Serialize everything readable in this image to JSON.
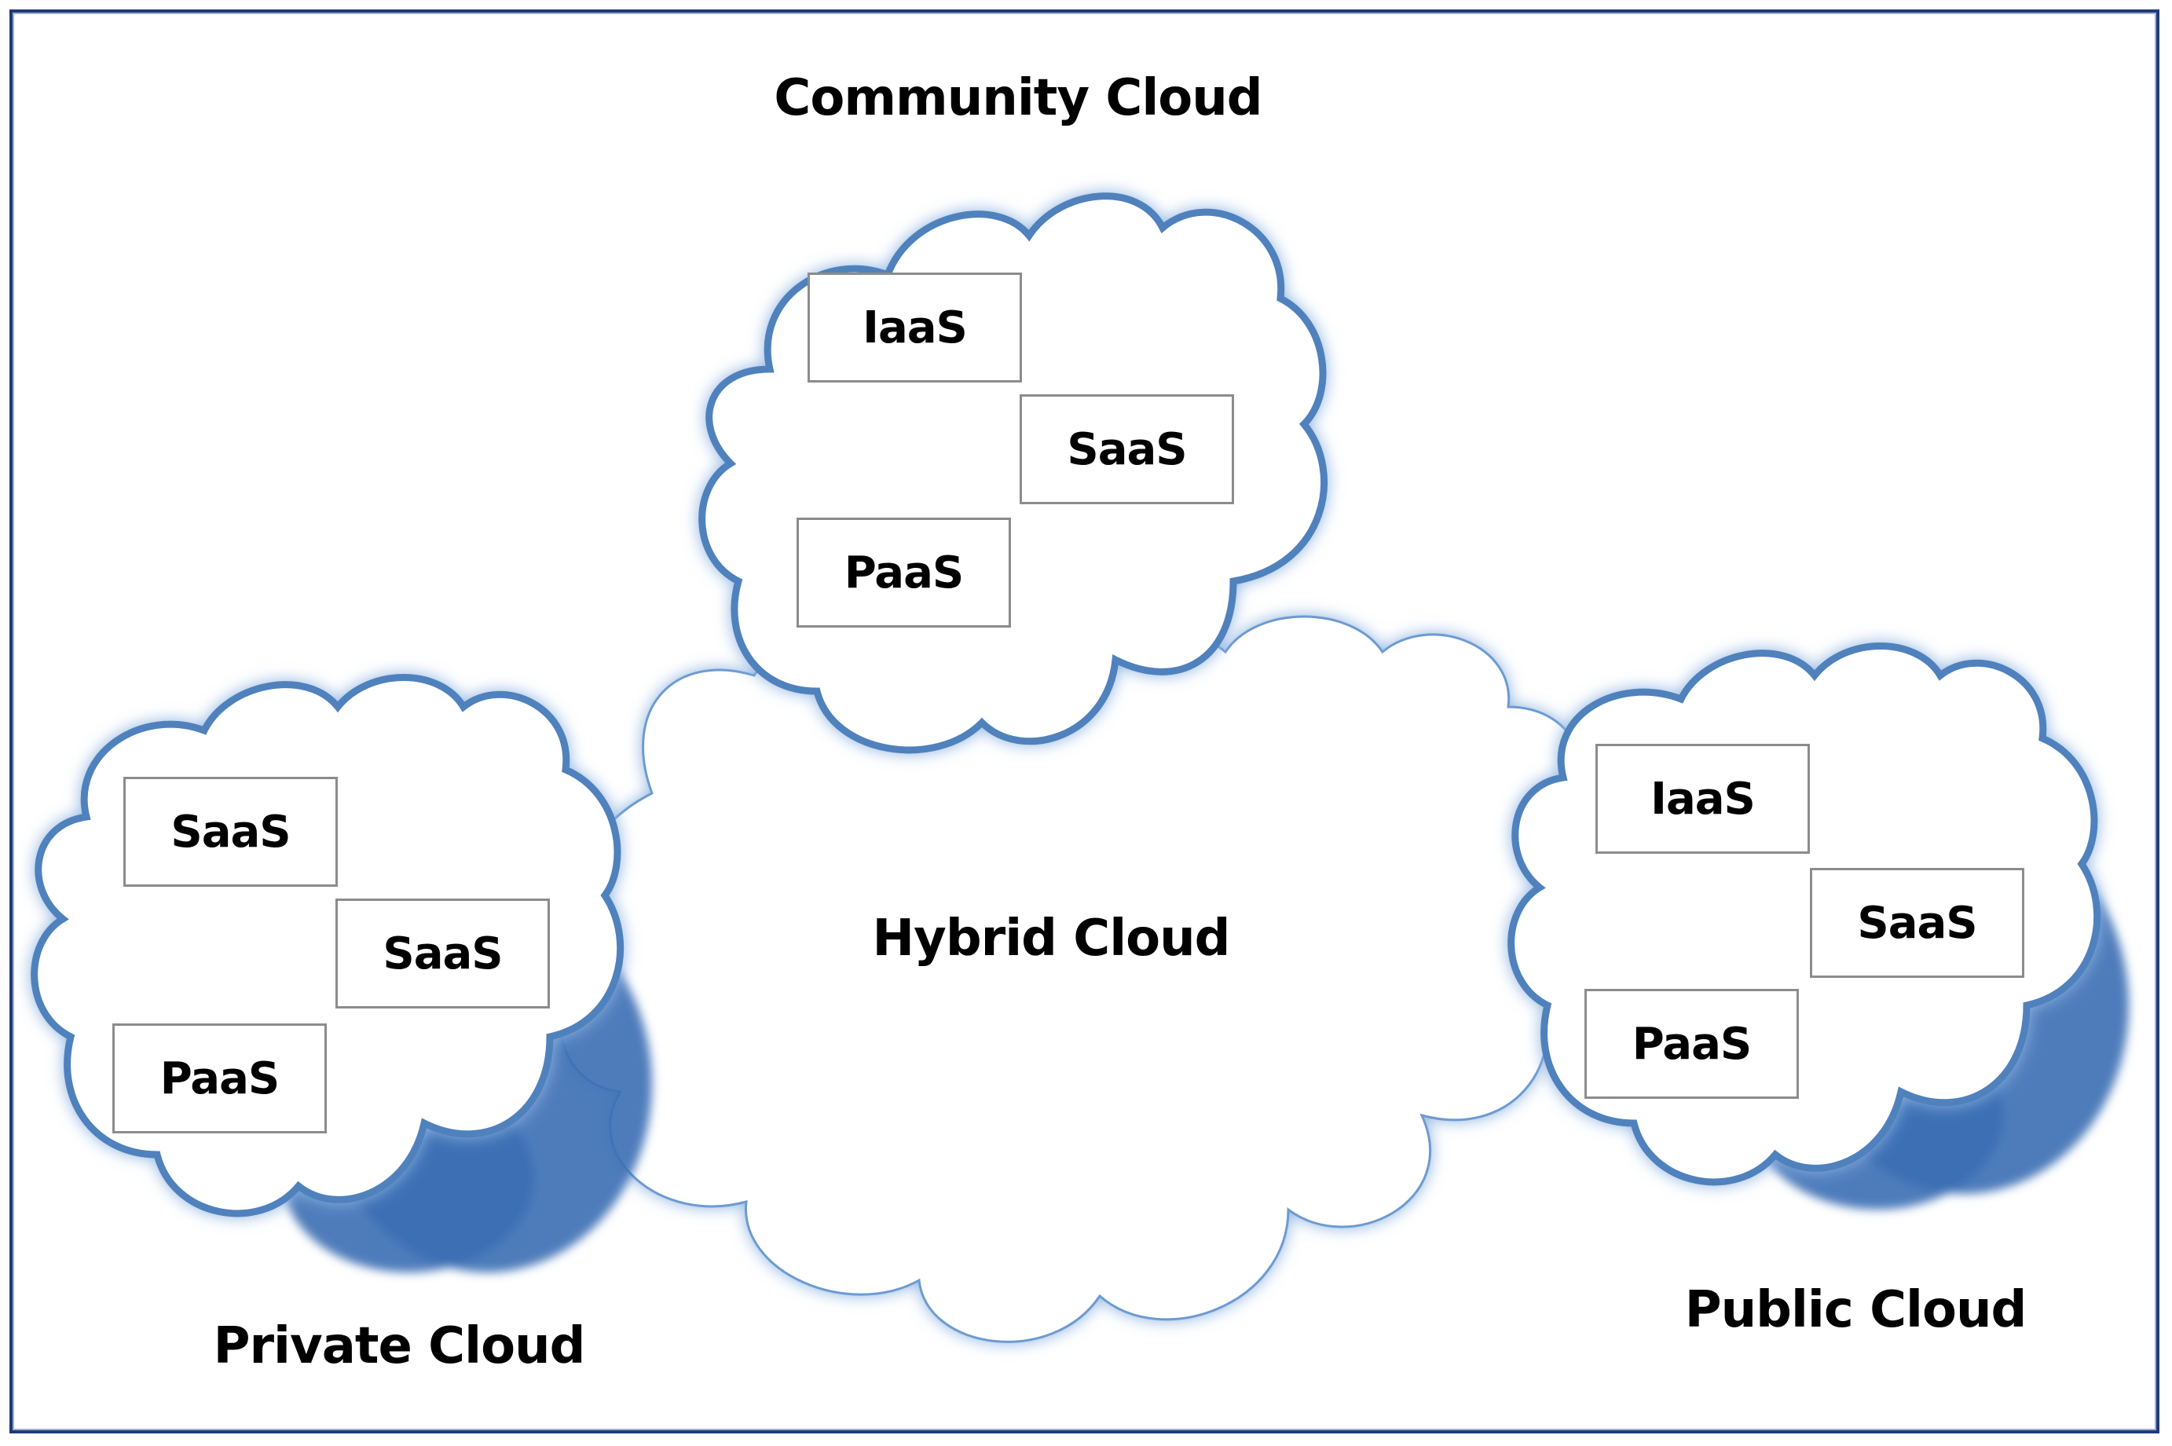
{
  "diagram": {
    "title": "Cloud Deployment Models",
    "clouds": [
      {
        "id": "community",
        "label": "Community Cloud",
        "services": [
          "IaaS",
          "SaaS",
          "PaaS"
        ]
      },
      {
        "id": "hybrid",
        "label": "Hybrid Cloud",
        "services": []
      },
      {
        "id": "private",
        "label": "Private Cloud",
        "services": [
          "SaaS",
          "SaaS",
          "PaaS"
        ]
      },
      {
        "id": "public",
        "label": "Public Cloud",
        "services": [
          "IaaS",
          "SaaS",
          "PaaS"
        ]
      }
    ],
    "colors": {
      "cloud_stroke": "#4f81bd",
      "cloud_glow": "#8db3e2",
      "cloud_shadow": "#3c6eb4",
      "hybrid_stroke": "#6d9bd1",
      "box_border": "#8c8c8c",
      "frame_border": "#1f3a78"
    }
  }
}
